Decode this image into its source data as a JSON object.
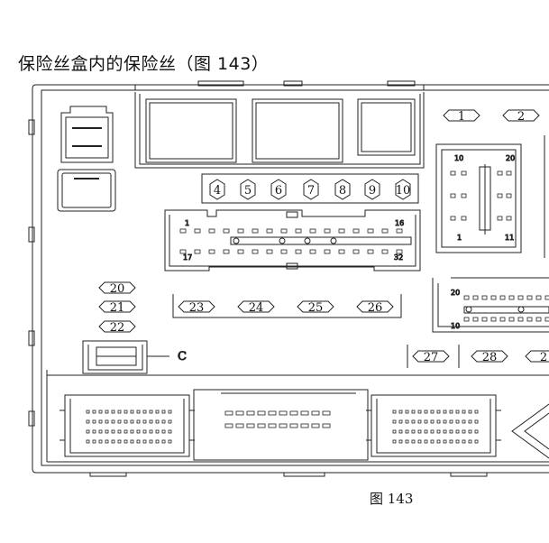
{
  "title": "保险丝盒内的保险丝（图 143）",
  "caption": "图 143",
  "fuses": [
    {
      "id": "f1",
      "label": "1"
    },
    {
      "id": "f2",
      "label": "2"
    },
    {
      "id": "f4",
      "label": "4"
    },
    {
      "id": "f5",
      "label": "5"
    },
    {
      "id": "f6",
      "label": "6"
    },
    {
      "id": "f7",
      "label": "7"
    },
    {
      "id": "f8",
      "label": "8"
    },
    {
      "id": "f9",
      "label": "9"
    },
    {
      "id": "f10",
      "label": "10"
    },
    {
      "id": "f20",
      "label": "20"
    },
    {
      "id": "f21",
      "label": "21"
    },
    {
      "id": "f22",
      "label": "22"
    },
    {
      "id": "f23",
      "label": "23"
    },
    {
      "id": "f24",
      "label": "24"
    },
    {
      "id": "f25",
      "label": "25"
    },
    {
      "id": "f26",
      "label": "26"
    },
    {
      "id": "f27",
      "label": "27"
    },
    {
      "id": "f28",
      "label": "28"
    },
    {
      "id": "f29",
      "label": "2"
    }
  ],
  "fuse_c_label": "C",
  "connector_main": {
    "pin_1": "1",
    "pin_16": "16",
    "pin_17": "17",
    "pin_32": "32"
  },
  "connector_right": {
    "pin_10": "10",
    "pin_20": "20",
    "pin_1": "1",
    "pin_11": "11"
  },
  "connector_lower_right": {
    "pin_20": "20",
    "pin_10": "10"
  }
}
